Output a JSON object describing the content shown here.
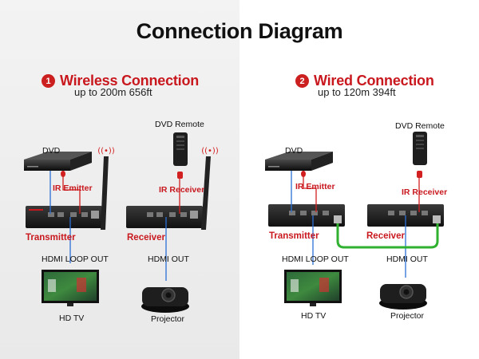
{
  "title": "Connection Diagram",
  "wireless": {
    "number": "1",
    "title": "Wireless Connection",
    "subtitle": "up to 200m 656ft",
    "dvd": "DVD",
    "ir_emitter": "IR Emitter",
    "dvd_remote": "DVD Remote",
    "ir_receiver": "IR Receiver",
    "transmitter": "Transmitter",
    "receiver": "Receiver",
    "hdmi_loop_out": "HDMI LOOP OUT",
    "hdmi_out": "HDMI OUT",
    "hd_tv": "HD TV",
    "projector": "Projector"
  },
  "wired": {
    "number": "2",
    "title": "Wired Connection",
    "subtitle": "up to 120m 394ft",
    "dvd": "DVD",
    "ir_emitter": "IR Emitter",
    "dvd_remote": "DVD Remote",
    "ir_receiver": "IR Receiver",
    "transmitter": "Transmitter",
    "receiver": "Receiver",
    "hdmi_loop_out": "HDMI LOOP OUT",
    "hdmi_out": "HDMI OUT",
    "hd_tv": "HD TV",
    "projector": "Projector"
  },
  "colors": {
    "accent_red": "#c8181e",
    "hdmi_blue": "#2b6fd6",
    "ir_red": "#d21f1f",
    "cable_green": "#2fb12f"
  }
}
